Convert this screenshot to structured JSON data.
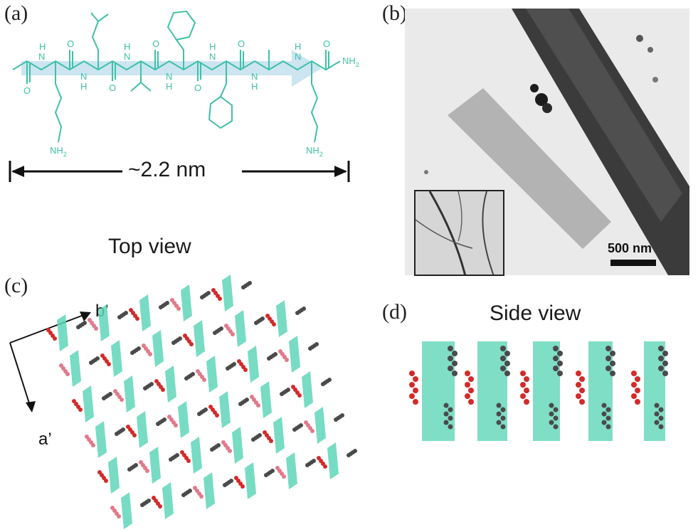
{
  "panels": {
    "a": "(a)",
    "b": "(b)",
    "c": "(c)",
    "d": "(d)"
  },
  "panel_a": {
    "length_label": "~2.2 nm",
    "nh_label": "H",
    "n_label": "N",
    "o_label": "O",
    "nh2_label": "NH",
    "nh2_sub": "2",
    "structure_color": "#3fc1a6",
    "arrow_color": "#c7e2f0"
  },
  "panel_b": {
    "scale_label": "500 nm"
  },
  "panel_c": {
    "caption": "Top view",
    "axis_b": "b’",
    "axis_a": "a’"
  },
  "panel_d": {
    "caption": "Side view"
  },
  "colors": {
    "teal": "#5fd6b8",
    "red": "#d42a2a",
    "pink": "#e07a8a",
    "gray": "#4a4a4a"
  }
}
